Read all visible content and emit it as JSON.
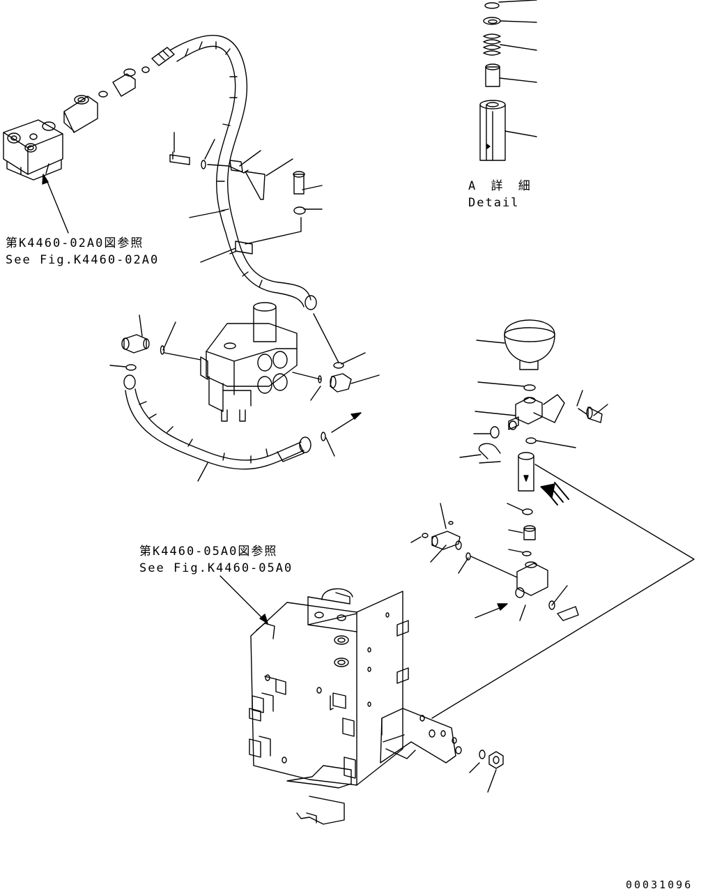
{
  "detail": {
    "title": "A 詳 細",
    "subtitle": "Detail"
  },
  "references": [
    {
      "ja": "第K4460-02A0図参照",
      "en": "See Fig.K4460-02A0"
    },
    {
      "ja": "第K4460-05A0図参照",
      "en": "See Fig.K4460-05A0"
    }
  ],
  "drawing_number": "00031096",
  "colors": {
    "line": "#000000",
    "background": "#ffffff"
  }
}
